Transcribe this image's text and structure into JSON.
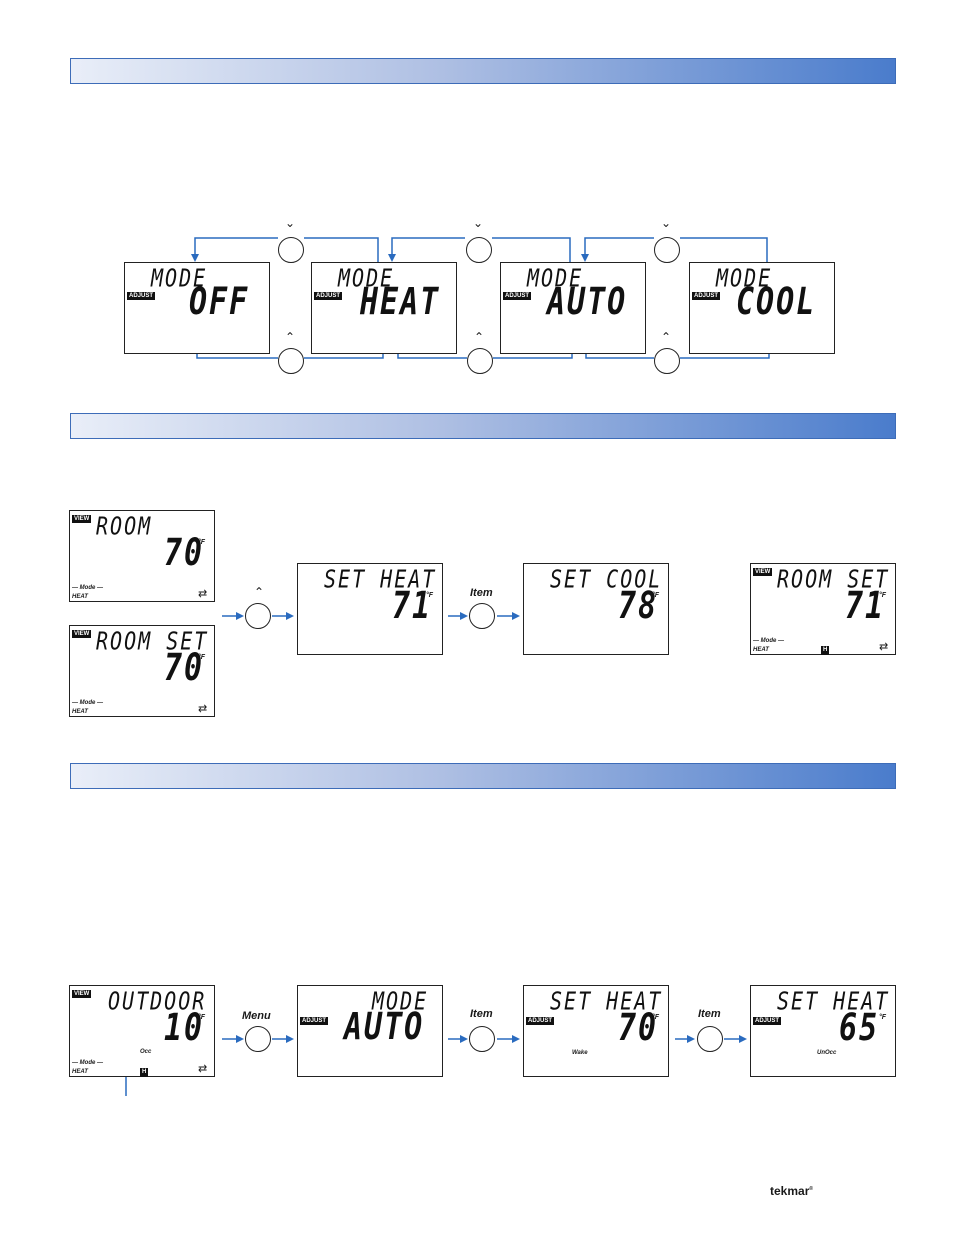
{
  "section1": {
    "screens": [
      {
        "id": "off",
        "title": "MODE",
        "value": "OFF",
        "tag": "ADJUST"
      },
      {
        "id": "heat",
        "title": "MODE",
        "value": "HEAT",
        "tag": "ADJUST"
      },
      {
        "id": "auto",
        "title": "MODE",
        "value": "AUTO",
        "tag": "ADJUST"
      },
      {
        "id": "cool",
        "title": "MODE",
        "value": "COOL",
        "tag": "ADJUST"
      }
    ],
    "down_caret": "⌄",
    "up_caret": "⌃"
  },
  "section2": {
    "room": {
      "tag": "VIEW",
      "title": "ROOM",
      "value": "70",
      "unit": "°F",
      "mode_label": "— Mode —",
      "mode_value": "HEAT",
      "swap": "⇄"
    },
    "room_set": {
      "tag": "VIEW",
      "title": "ROOM SET",
      "value": "70",
      "unit": "°F",
      "mode_label": "— Mode —",
      "mode_value": "HEAT",
      "swap": "⇄"
    },
    "set_heat": {
      "title": "SET HEAT",
      "value": "71",
      "unit": "°F"
    },
    "set_cool": {
      "title": "SET COOL",
      "value": "78",
      "unit": "°F"
    },
    "room_set_final": {
      "tag": "VIEW",
      "title": "ROOM SET",
      "value": "71",
      "unit": "°F",
      "mode_label": "— Mode —",
      "mode_value": "HEAT",
      "mark": "H",
      "swap": "⇄"
    },
    "up_caret": "⌃",
    "item_label": "Item"
  },
  "section3": {
    "outdoor": {
      "tag": "VIEW",
      "title": "OUTDOOR",
      "value": "10",
      "unit": "°F",
      "mode_label": "— Mode —",
      "mode_value": "HEAT",
      "occ": "Occ",
      "mark": "H",
      "swap": "⇄"
    },
    "mode_auto": {
      "tag": "ADJUST",
      "title": "MODE",
      "value": "AUTO"
    },
    "set_heat_wake": {
      "tag": "ADJUST",
      "title": "SET HEAT",
      "value": "70",
      "unit": "°F",
      "sub": "Wake"
    },
    "set_heat_unocc": {
      "tag": "ADJUST",
      "title": "SET HEAT",
      "value": "65",
      "unit": "°F",
      "sub": "UnOcc"
    },
    "menu_label": "Menu",
    "item_label": "Item"
  },
  "footer": {
    "logo": "tekmar",
    "reg": "®"
  },
  "colors": {
    "line": "#2a6bbf",
    "band_start": "#e9eef8",
    "band_end": "#4a7ccc"
  }
}
